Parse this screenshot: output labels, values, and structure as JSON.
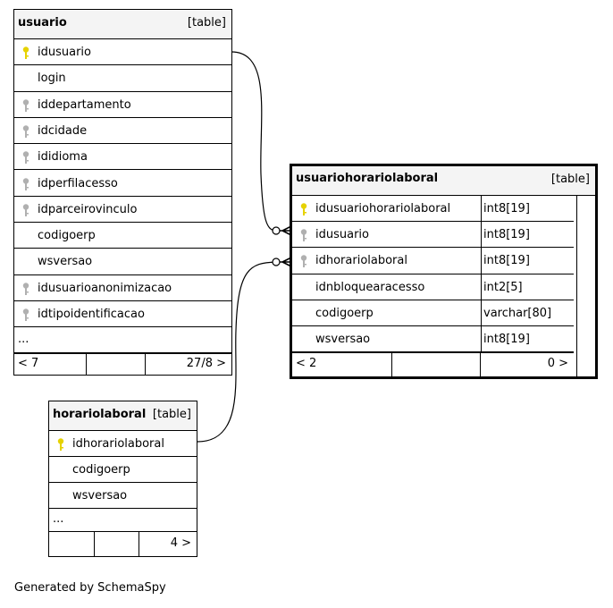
{
  "tables": {
    "usuario": {
      "name": "usuario",
      "kind": "[table]",
      "columns": [
        {
          "name": "idusuario",
          "key": "primary"
        },
        {
          "name": "login",
          "key": "none"
        },
        {
          "name": "iddepartamento",
          "key": "foreign"
        },
        {
          "name": "idcidade",
          "key": "foreign"
        },
        {
          "name": "ididioma",
          "key": "foreign"
        },
        {
          "name": "idperfilacesso",
          "key": "foreign"
        },
        {
          "name": "idparceirovinculo",
          "key": "foreign"
        },
        {
          "name": "codigoerp",
          "key": "none"
        },
        {
          "name": "wsversao",
          "key": "none"
        },
        {
          "name": "idusuarioanonimizacao",
          "key": "foreign"
        },
        {
          "name": "idtipoidentificacao",
          "key": "foreign"
        }
      ],
      "more": "...",
      "footer_left": "< 7",
      "footer_right": "27/8 >"
    },
    "usuariohorariolaboral": {
      "name": "usuariohorariolaboral",
      "kind": "[table]",
      "columns": [
        {
          "name": "idusuariohorariolaboral",
          "key": "primary",
          "type": "int8[19]"
        },
        {
          "name": "idusuario",
          "key": "foreign",
          "type": "int8[19]"
        },
        {
          "name": "idhorariolaboral",
          "key": "foreign",
          "type": "int8[19]"
        },
        {
          "name": "idnbloquearacesso",
          "key": "none",
          "type": "int2[5]"
        },
        {
          "name": "codigoerp",
          "key": "none",
          "type": "varchar[80]"
        },
        {
          "name": "wsversao",
          "key": "none",
          "type": "int8[19]"
        }
      ],
      "footer_left": "< 2",
      "footer_right": "0 >"
    },
    "horariolaboral": {
      "name": "horariolaboral",
      "kind": "[table]",
      "columns": [
        {
          "name": "idhorariolaboral",
          "key": "primary"
        },
        {
          "name": "codigoerp",
          "key": "none"
        },
        {
          "name": "wsversao",
          "key": "none"
        }
      ],
      "more": "...",
      "footer_right": "4 >"
    }
  },
  "caption": "Generated by SchemaSpy",
  "colors": {
    "primary_key": "#e6d200",
    "foreign_key": "#b0b0b0",
    "header_bg": "#f4f4f4"
  }
}
